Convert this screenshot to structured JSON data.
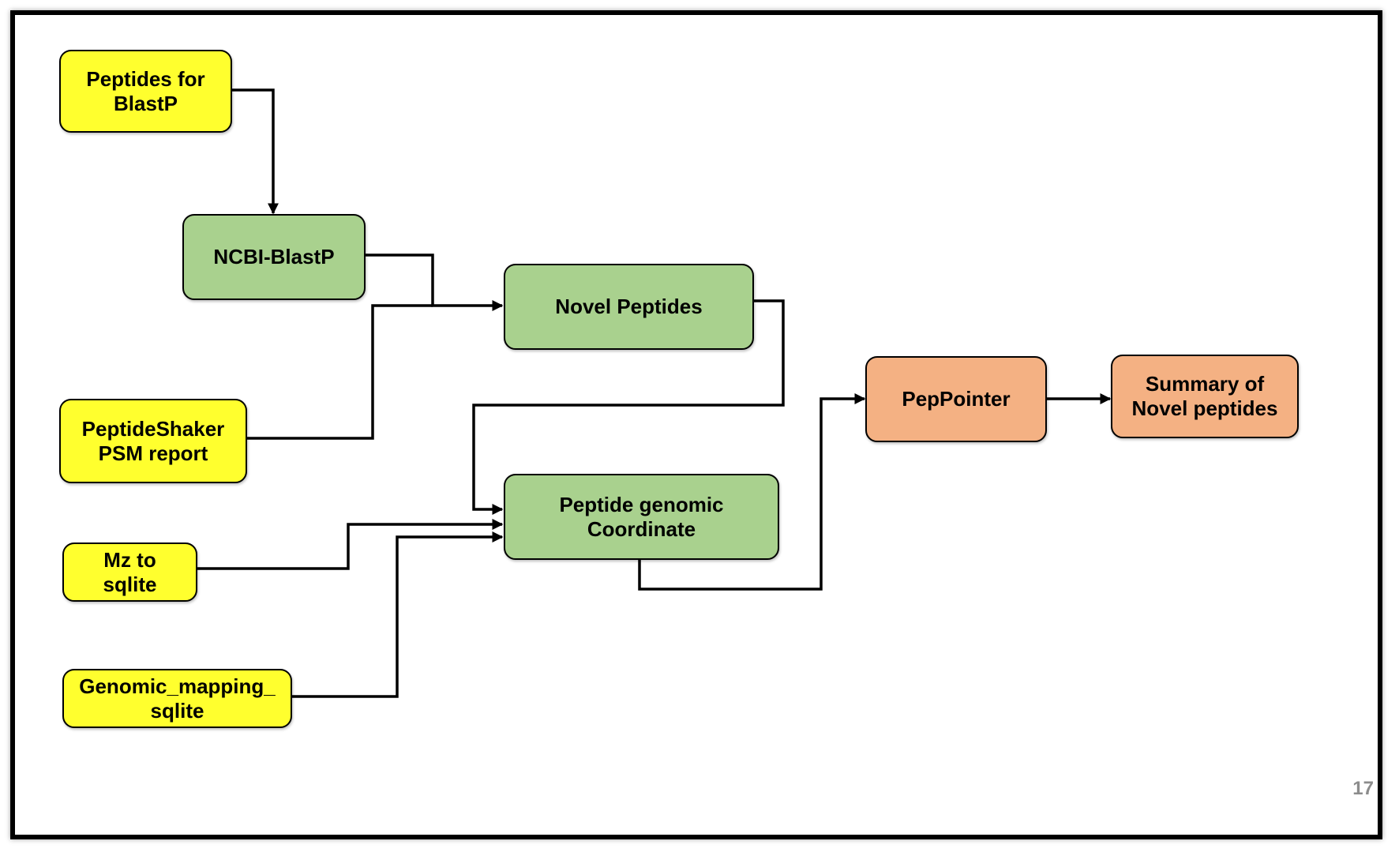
{
  "colors": {
    "input": "#ffff2e",
    "process": "#a9d18e",
    "output": "#f4b183",
    "border": "#000000",
    "connector": "#000000",
    "page_number": "#8c8c8c"
  },
  "nodes": {
    "peptides_for_blastp": {
      "label": "Peptides for\nBlastP",
      "category": "input"
    },
    "ncbi_blastp": {
      "label": "NCBI-BlastP",
      "category": "process"
    },
    "novel_peptides": {
      "label": "Novel Peptides",
      "category": "process"
    },
    "peptideshaker_psm": {
      "label": "PeptideShaker\nPSM report",
      "category": "input"
    },
    "peptide_genomic_coordinate": {
      "label": "Peptide genomic\nCoordinate",
      "category": "process"
    },
    "mz_to_sqlite": {
      "label": "Mz to\nsqlite",
      "category": "input"
    },
    "genomic_mapping_sqlite": {
      "label": "Genomic_mapping_\nsqlite",
      "category": "input"
    },
    "peppointer": {
      "label": "PepPointer",
      "category": "output"
    },
    "summary_novel_peptides": {
      "label": "Summary of\nNovel peptides",
      "category": "output"
    }
  },
  "edges": [
    {
      "from": "peptides_for_blastp",
      "to": "ncbi_blastp"
    },
    {
      "from": "ncbi_blastp",
      "to": "novel_peptides"
    },
    {
      "from": "peptideshaker_psm",
      "to": "novel_peptides"
    },
    {
      "from": "novel_peptides",
      "to": "peptide_genomic_coordinate"
    },
    {
      "from": "mz_to_sqlite",
      "to": "peptide_genomic_coordinate"
    },
    {
      "from": "genomic_mapping_sqlite",
      "to": "peptide_genomic_coordinate"
    },
    {
      "from": "peptide_genomic_coordinate",
      "to": "peppointer"
    },
    {
      "from": "peppointer",
      "to": "summary_novel_peptides"
    }
  ],
  "page_number": "17"
}
